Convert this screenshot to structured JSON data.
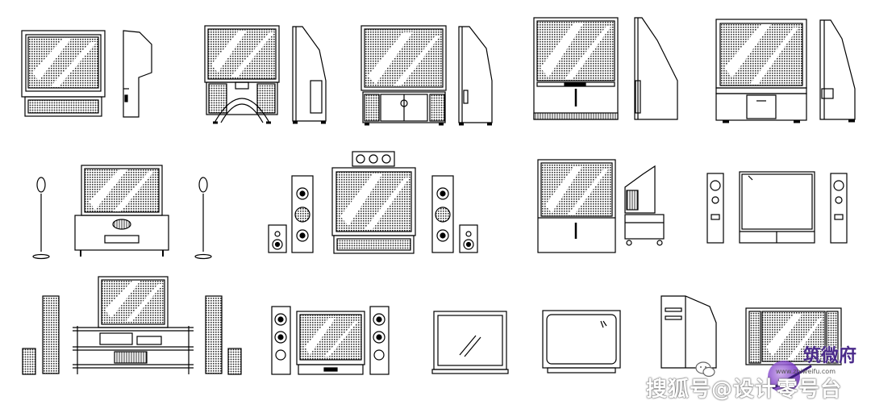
{
  "watermark": {
    "main_text": "搜狐号@设计零号台",
    "brand_text": "筑微府",
    "url_text": "www.zhiweifu.com"
  },
  "colors": {
    "stroke": "#000000",
    "hatch": "#1a1a1a",
    "background": "#ffffff",
    "brand": "#4a2a8a"
  }
}
